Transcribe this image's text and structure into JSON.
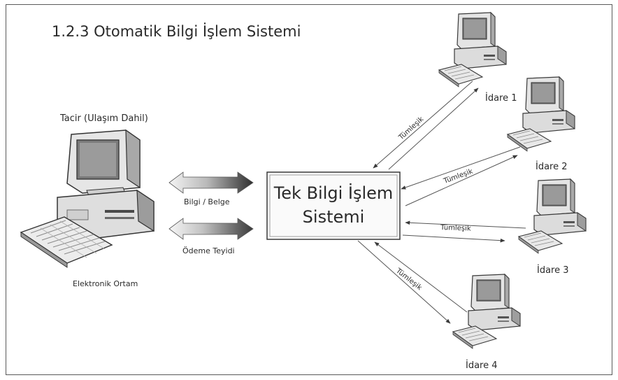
{
  "title": "1.2.3 Otomatik Bilgi İşlem Sistemi",
  "merchant": {
    "label": "Tacir (Ulaşım Dahil)",
    "caption": "Elektronik Ortam"
  },
  "exchanges": [
    {
      "label": "Bilgi / Belge"
    },
    {
      "label": "Ödeme Teyidi"
    }
  ],
  "central_system": {
    "line1": "Tek Bilgi İşlem",
    "line2": "Sistemi"
  },
  "offices": [
    {
      "label": "İdare 1",
      "link": "Tümleşik"
    },
    {
      "label": "İdare 2",
      "link": "Tümleşik"
    },
    {
      "label": "İdare 3",
      "link": "Tümleşik"
    },
    {
      "label": "İdare 4",
      "link": "Tümleşik"
    }
  ]
}
